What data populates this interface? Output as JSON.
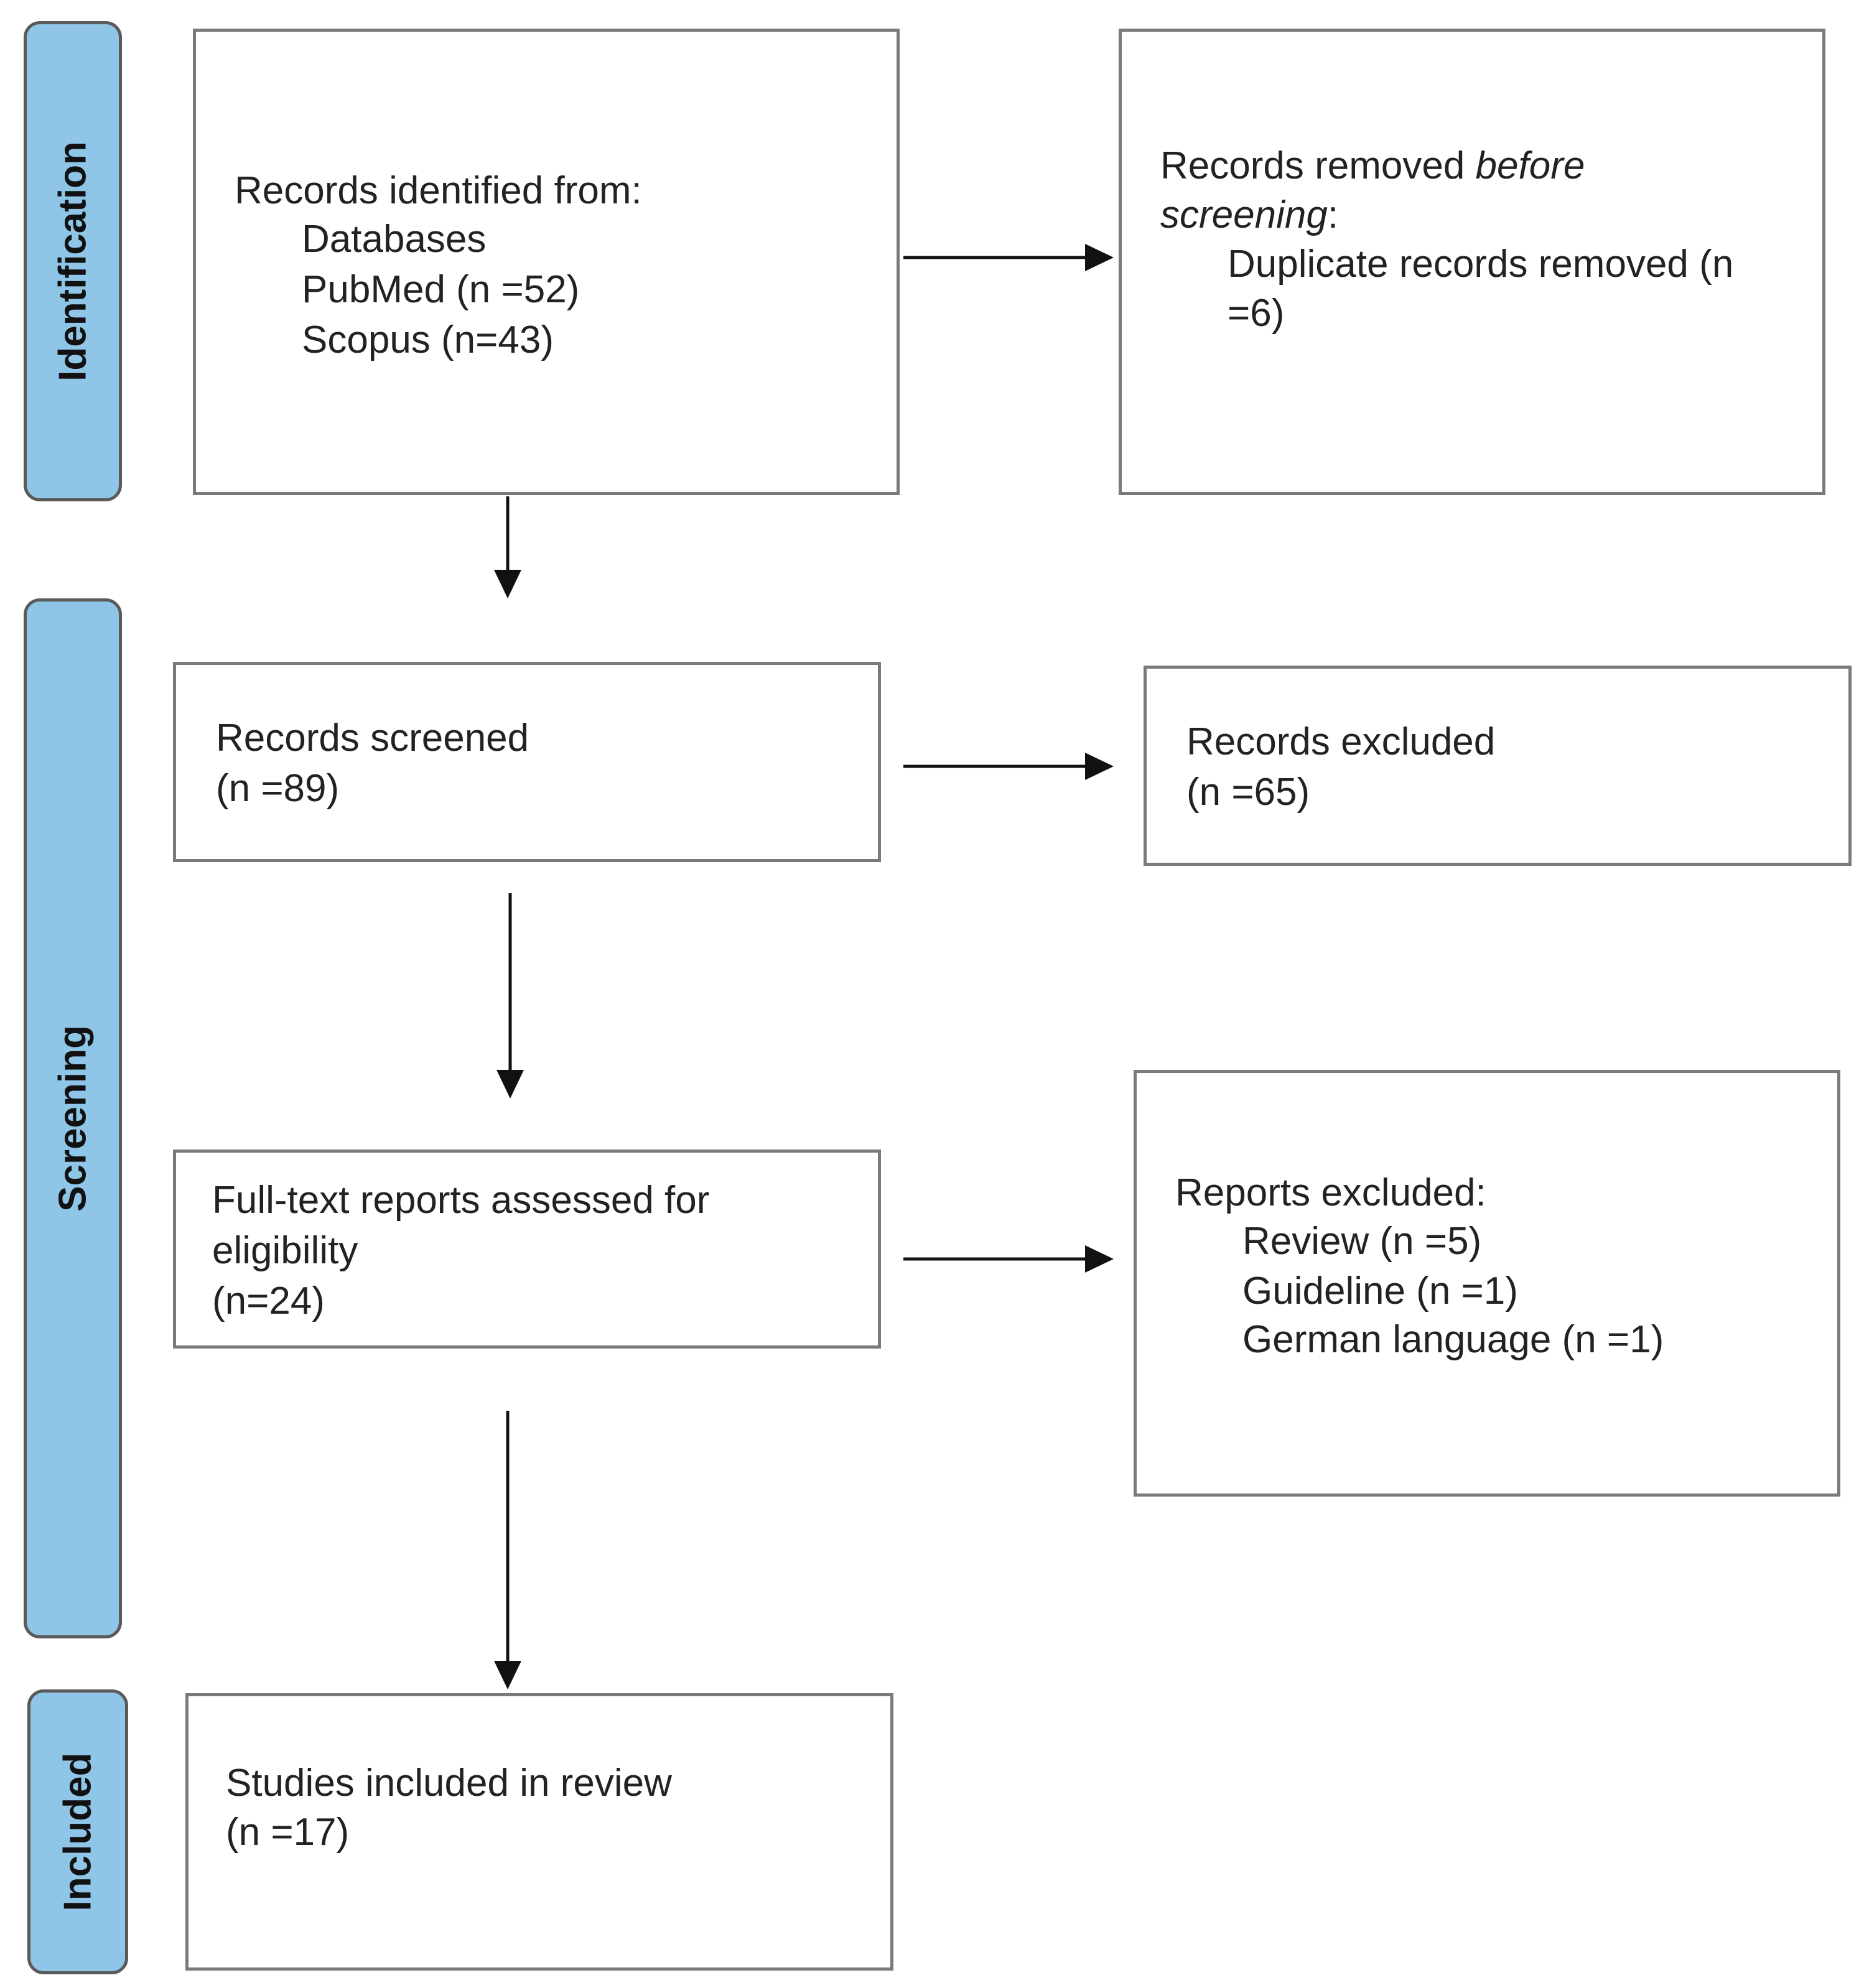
{
  "phases": {
    "identification": "Identification",
    "screening": "Screening",
    "included": "Included"
  },
  "identified": {
    "heading": "Records identified from:",
    "databases": "Databases",
    "pubmed": "PubMed (n =52)",
    "scopus": "Scopus (n=43)"
  },
  "removed": {
    "heading_a": "Records removed ",
    "heading_b": "before",
    "heading_c": "screening",
    "heading_d": ":",
    "line1": "Duplicate records removed (n",
    "line2": "=6)"
  },
  "screened": {
    "label": "Records screened",
    "count": "(n =89)"
  },
  "excluded": {
    "label": "Records excluded",
    "count": "(n =65)"
  },
  "fulltext": {
    "line1": "Full-text reports assessed for",
    "line2": "eligibility",
    "count": "(n=24)"
  },
  "reports_excluded": {
    "heading": "Reports excluded:",
    "review": "Review (n =5)",
    "guideline": "Guideline (n =1)",
    "german": "German language (n =1)"
  },
  "included_studies": {
    "label": "Studies included in review",
    "count": "(n =17)"
  },
  "colors": {
    "phase_fill": "#8fc6e8",
    "box_border": "#7a7a7a",
    "arrow": "#111111"
  }
}
